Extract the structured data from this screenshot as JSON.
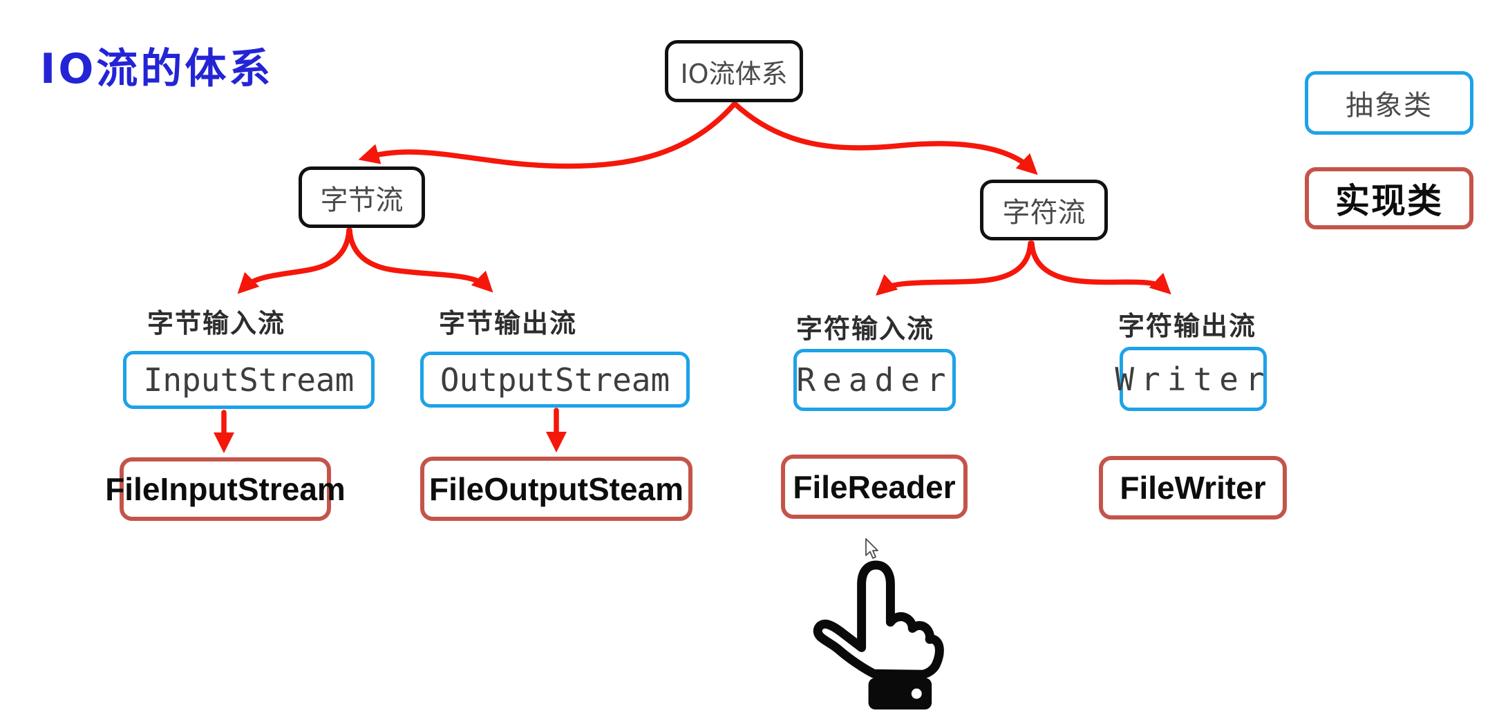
{
  "title": "IO流的体系",
  "diagram": {
    "root": {
      "label": "IO流体系"
    },
    "branches": [
      {
        "label": "字节流",
        "children": [
          {
            "category": "字节输入流",
            "abstract": "InputStream",
            "implementation": "FileInputStream"
          },
          {
            "category": "字节输出流",
            "abstract": "OutputStream",
            "implementation": "FileOutputSteam"
          }
        ]
      },
      {
        "label": "字符流",
        "children": [
          {
            "category": "字符输入流",
            "abstract": "Reader",
            "implementation": "FileReader"
          },
          {
            "category": "字符输出流",
            "abstract": "Writer",
            "implementation": "FileWriter"
          }
        ]
      }
    ],
    "legend": [
      {
        "label": "抽象类",
        "type": "abstract-class"
      },
      {
        "label": "实现类",
        "type": "implementation-class"
      }
    ]
  },
  "colors": {
    "title_blue": "#2424d6",
    "hierarchy_node_border": "#111111",
    "abstract_class_border": "#1da2e8",
    "implementation_class_border": "#c4544a",
    "arrow_red": "#f5170a",
    "background": "#ffffff"
  },
  "icons": [
    {
      "name": "pointing-hand-icon"
    },
    {
      "name": "mouse-cursor-icon"
    }
  ]
}
